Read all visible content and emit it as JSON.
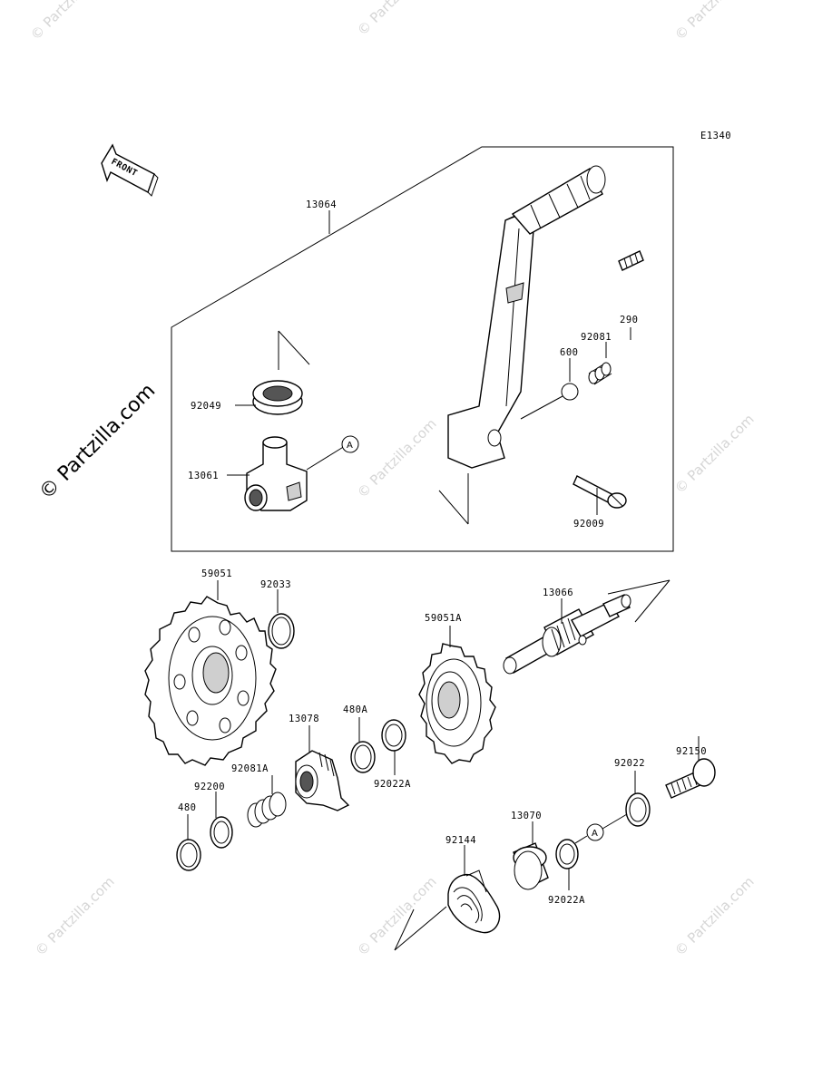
{
  "diagram_code": "E1340",
  "front_label": "FRONT",
  "watermark": {
    "main": "© Partzilla.com",
    "tile": "© Partzilla.com"
  },
  "callout_ref": "A",
  "parts": {
    "p13064": "13064",
    "p290": "290",
    "p92081": "92081",
    "p600": "600",
    "p92049": "92049",
    "p13061": "13061",
    "p92009": "92009",
    "p59051": "59051",
    "p92033": "92033",
    "p13066": "13066",
    "p59051A": "59051A",
    "p480A": "480A",
    "p13078": "13078",
    "p92150": "92150",
    "p92081A": "92081A",
    "p92200": "92200",
    "p92022A_1": "92022A",
    "p92022": "92022",
    "p480": "480",
    "p13070": "13070",
    "p92144": "92144",
    "p92022A_2": "92022A"
  }
}
